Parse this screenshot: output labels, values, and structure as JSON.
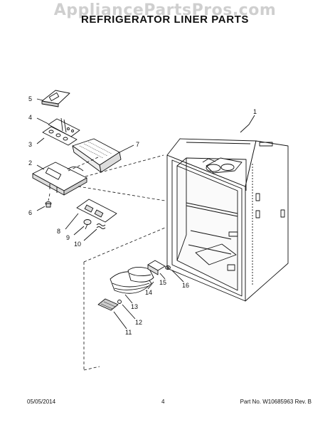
{
  "watermark": "AppliancePartsPros.com",
  "title": "REFRIGERATOR LINER PARTS",
  "callouts": [
    "1",
    "2",
    "3",
    "4",
    "5",
    "6",
    "7",
    "8",
    "9",
    "10",
    "11",
    "12",
    "13",
    "14",
    "15",
    "16"
  ],
  "footer": {
    "date": "05/05/2014",
    "page": "4",
    "part_no": "Part No. W10685963  Rev. B"
  }
}
